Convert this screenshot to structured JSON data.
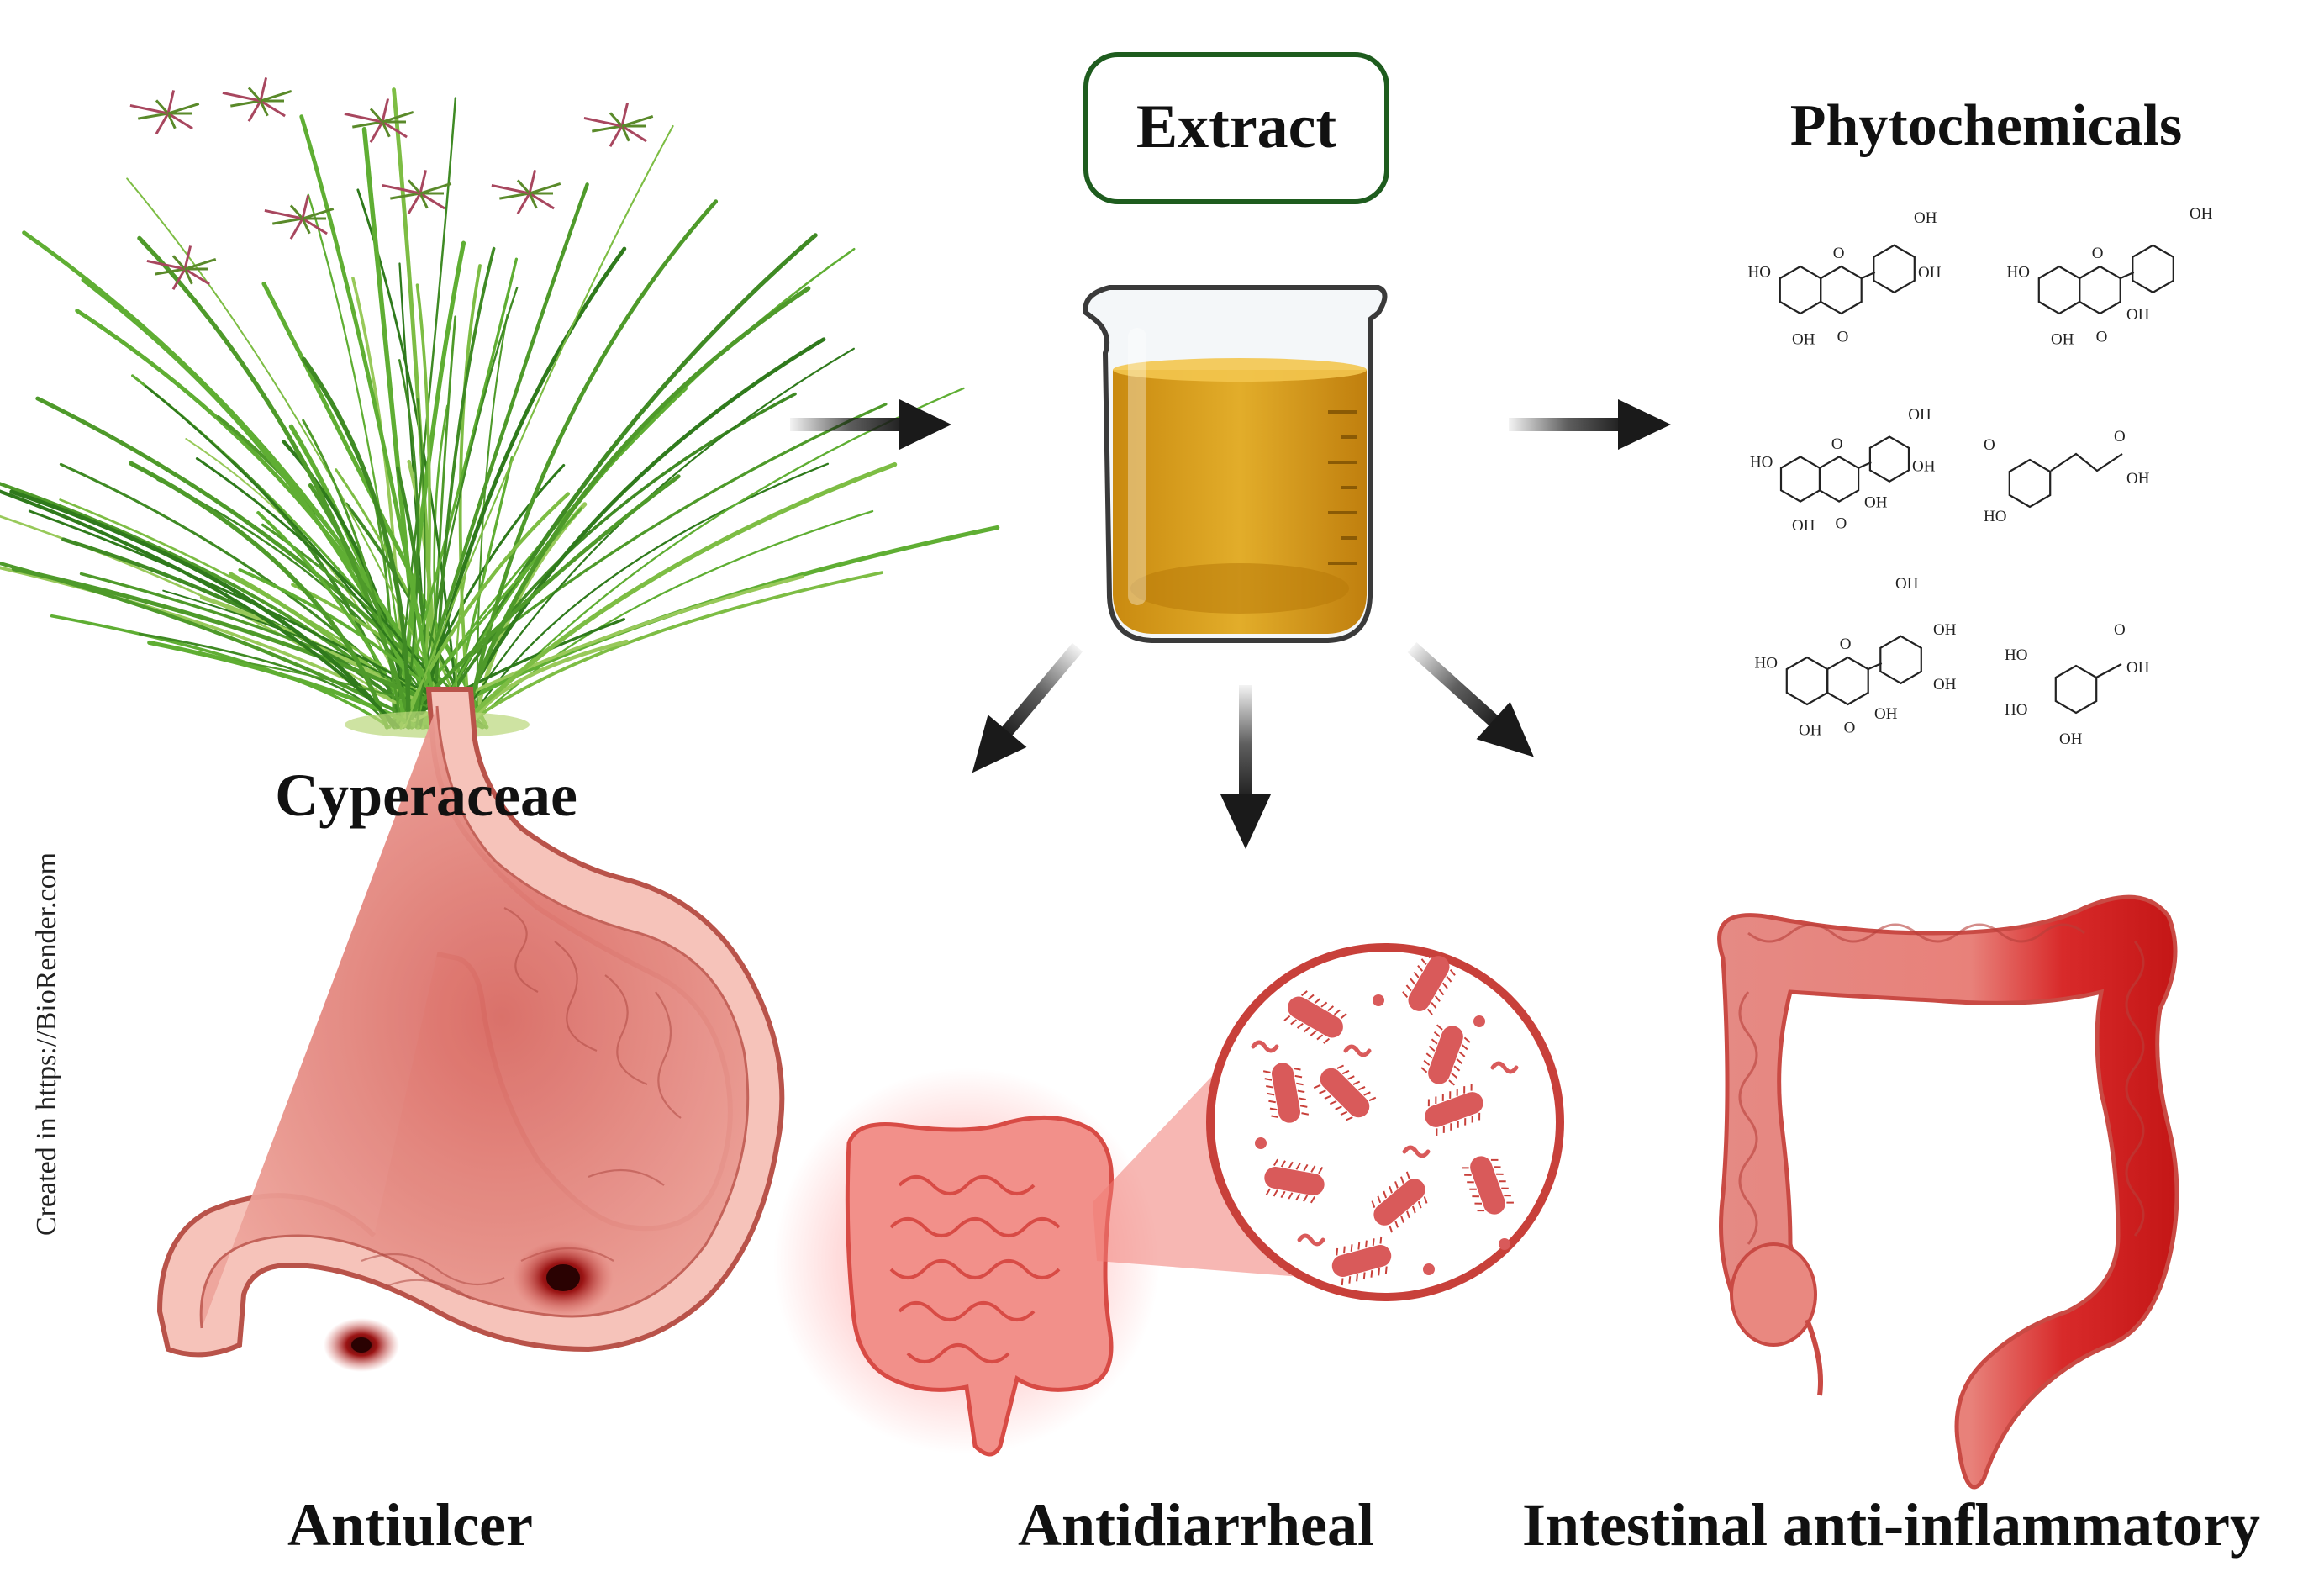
{
  "labels": {
    "plant": "Cyperaceae",
    "extract": "Extract",
    "phytochemicals": "Phytochemicals",
    "antiulcer": "Antiulcer",
    "antidiarrheal": "Antidiarrheal",
    "anti_inflammatory": "Intestinal anti-inflammatory",
    "credit": "Created in https://BioRender.com"
  },
  "chem": {
    "oh": "OH",
    "o": "O",
    "ho": "HO"
  },
  "colors": {
    "extract_border": "#1e5c1e",
    "arrow": "#1a1a1a",
    "liquid": "#d9a21a",
    "grass": "#4e9a2a",
    "stomach": "#e58f86",
    "colon": "#e98880",
    "inflamed": "#d61f1f"
  }
}
